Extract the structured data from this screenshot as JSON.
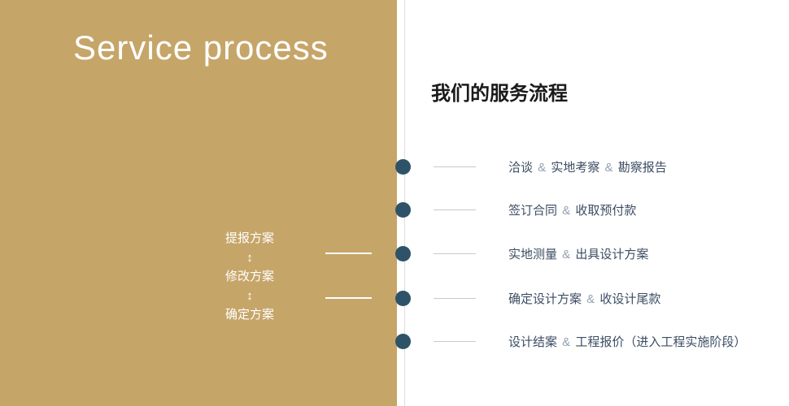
{
  "left": {
    "title": "Service process",
    "flow": {
      "steps": [
        "提报方案",
        "修改方案",
        "确定方案"
      ],
      "arrow_icon": "↕"
    }
  },
  "right": {
    "heading": "我们的服务流程",
    "items": [
      "洽谈 & 实地考察 & 勘察报告",
      "签订合同 & 收取预付款",
      "实地测量 & 出具设计方案",
      "确定设计方案 & 收设计尾款",
      "设计结案 & 工程报价（进入工程实施阶段）"
    ]
  },
  "colors": {
    "panel_gold": "#c6a569",
    "dot_navy": "#2e5368",
    "text_navy": "#3c4d63",
    "amp_gray": "#93a1b3",
    "tick_gray": "#c9c9c9",
    "divider_gray": "#dedede",
    "heading_dark": "#1a1a1a"
  }
}
